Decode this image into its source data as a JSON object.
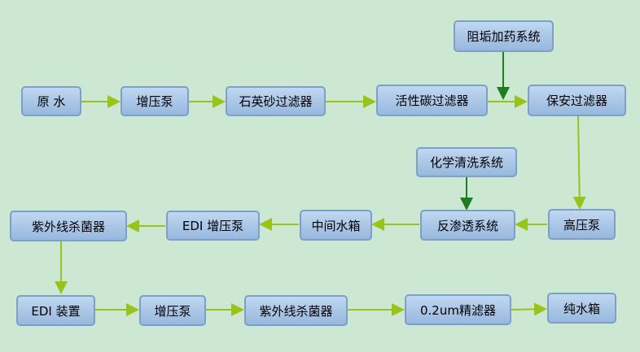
{
  "nodes": {
    "raw_water": "原  水",
    "booster_pump_1": "增压泵",
    "quartz_filter": "石英砂过滤器",
    "carbon_filter": "活性碳过滤器",
    "security_filter": "保安过滤器",
    "antiscalant": "阻垢加药系统",
    "chem_clean": "化学清洗系统",
    "uv_1": "紫外线杀菌器",
    "edi_booster": "EDI 增压泵",
    "mid_tank": "中间水箱",
    "ro_system": "反渗透系统",
    "hp_pump": "高压泵",
    "edi_device": "EDI 装置",
    "booster_pump_2": "增压泵",
    "uv_2": "紫外线杀菌器",
    "fine_filter": "0.2um精滤器",
    "pure_tank": "纯水箱"
  },
  "colors": {
    "flow_arrow": "#99c31a",
    "dosing_arrow": "#1e7d1e",
    "background": "#cce8d2"
  }
}
